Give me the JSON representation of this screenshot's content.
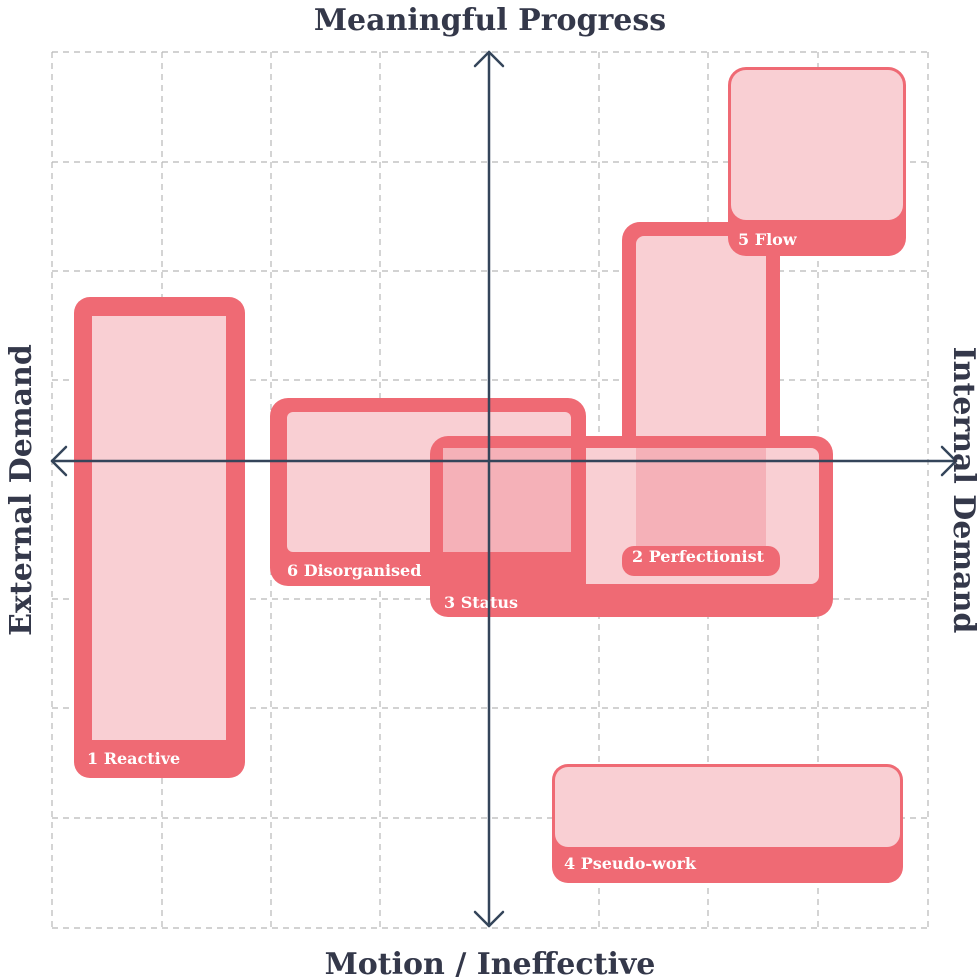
{
  "axes": {
    "top": "Meaningful Progress",
    "bottom": "Motion / Ineffective",
    "left": "External Demand",
    "right": "Internal Demand"
  },
  "colors": {
    "border": "#ef6a74",
    "fill": "#f9cfd3",
    "overlap": "#f5b1b8",
    "axis": "#34455a",
    "grid": "#b8b8b8",
    "title": "#34384a"
  },
  "boxes": [
    {
      "id": "reactive",
      "label": "1 Reactive"
    },
    {
      "id": "perfectionist",
      "label": "2 Perfectionist"
    },
    {
      "id": "status",
      "label": "3 Status"
    },
    {
      "id": "pseudo-work",
      "label": "4 Pseudo-work"
    },
    {
      "id": "flow",
      "label": "5 Flow"
    },
    {
      "id": "disorganised",
      "label": "6 Disorganised"
    }
  ]
}
